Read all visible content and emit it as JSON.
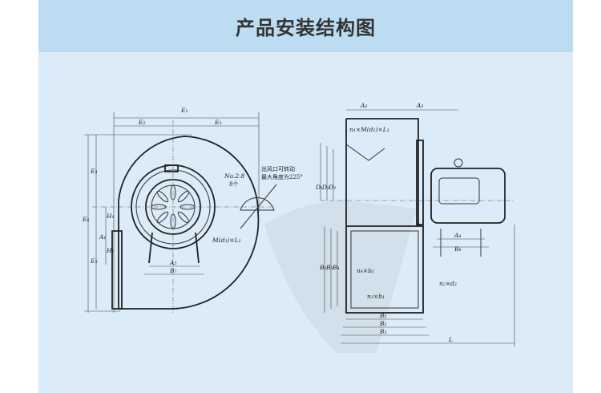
{
  "header": {
    "title": "产品安装结构图"
  },
  "front_view": {
    "dims": {
      "E1": "E₁",
      "E2": "E₂",
      "E3": "E₃",
      "E4": "E₄",
      "E5": "E₅",
      "E6": "E₆",
      "H1": "H₁",
      "H2": "H₂",
      "A1": "A₁",
      "A5": "A₅",
      "B7": "B₇"
    },
    "callout_bolts": "No.2.8",
    "callout_count": "8个",
    "callout_foot": "M(d₃)×L₂",
    "note_line1": "出风口可转动",
    "note_line2": "最大角度为225°"
  },
  "side_view": {
    "dims": {
      "A2": "A₂",
      "A3": "A₃",
      "A4": "A₄",
      "B8": "B₈",
      "D1": "D₁",
      "D2": "D₂",
      "D3": "D₃",
      "B1": "B₁",
      "B2": "B₂",
      "B3": "B₃",
      "B4": "B₄",
      "B5": "B₅",
      "B6": "B₆",
      "L": "L"
    },
    "callout_flange": "n₁×M(d₁)×L₁",
    "callout_holes": "n₂×d₂",
    "callout_b1": "n₃×b₁",
    "callout_b2": "n₄×b₂"
  }
}
